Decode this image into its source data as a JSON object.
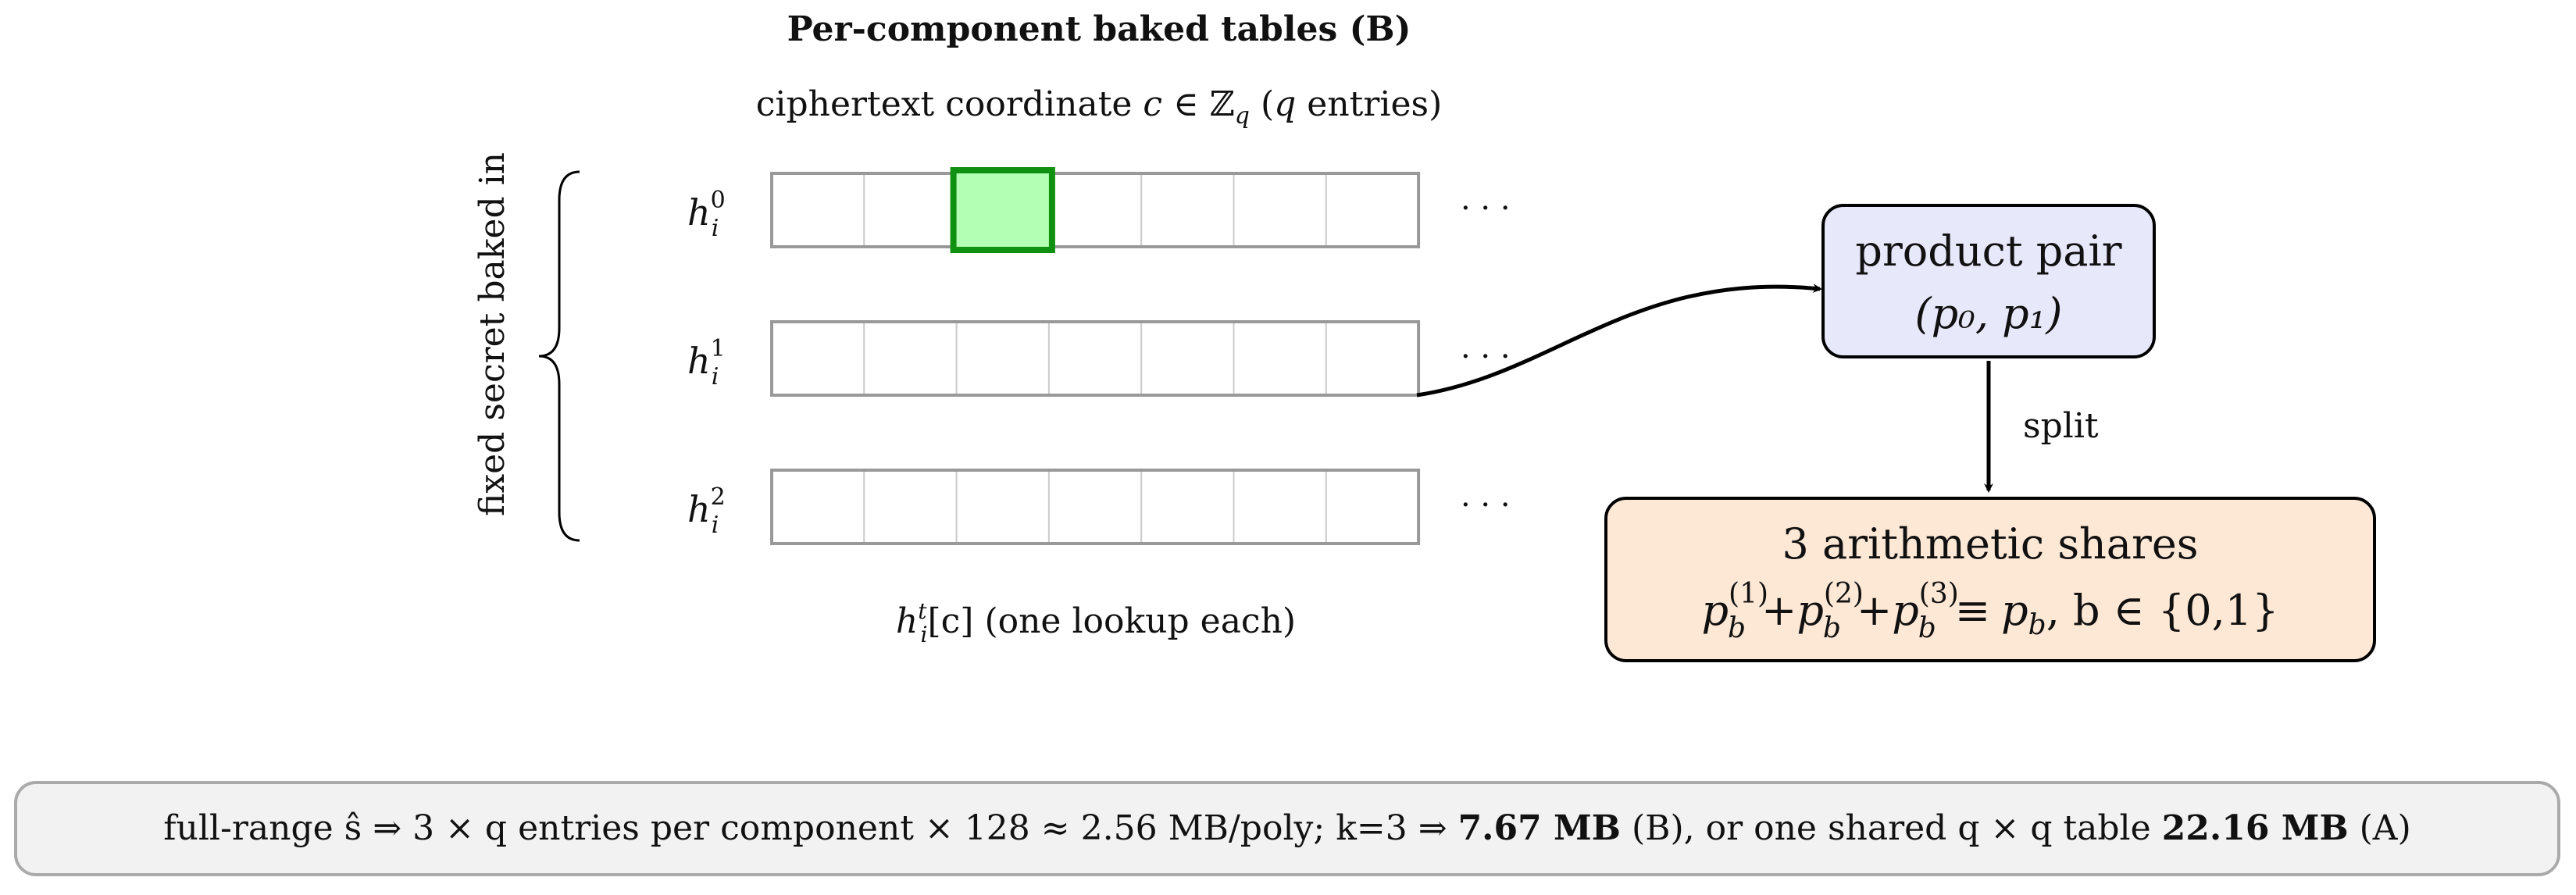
{
  "title": "Per-component baked tables (B)",
  "subtitle": {
    "prefix": "ciphertext coordinate ",
    "c": "c",
    "in": "∈",
    "Z": "ℤ",
    "q": "q",
    "open": " (",
    "q2": "q",
    "suffix": " entries)"
  },
  "brace_label": "fixed secret baked in",
  "rows": [
    {
      "h": "h",
      "sub": "i",
      "sup": "0",
      "highlight_cell": 2
    },
    {
      "h": "h",
      "sub": "i",
      "sup": "1",
      "highlight_cell": null
    },
    {
      "h": "h",
      "sub": "i",
      "sup": "2",
      "highlight_cell": null
    }
  ],
  "cells_per_row": 7,
  "ellipsis": "· · ·",
  "lookup_label": {
    "h": "h",
    "sup": "t",
    "sub": "i",
    "bracket": "[c]",
    "suffix": " (one lookup each)"
  },
  "product_box": {
    "line1": "product pair",
    "line2": "(p₀, p₁)"
  },
  "split_label": "split",
  "shares_box": {
    "line1": "3 arithmetic shares",
    "p": "p",
    "b": "b",
    "s1": "(1)",
    "s2": "(2)",
    "s3": "(3)",
    "plus": "+",
    "equiv": "≡",
    "pb": "p",
    "pb_sub": "b",
    "tail": ", b ∈ {0,1}"
  },
  "footer": {
    "part1": "full-range ŝ ⇒ 3 × q entries per component × 128 ≈ 2.56 MB/poly; k=3 ⇒ ",
    "bold1": "7.67 MB",
    "part2": " (B), or one shared q × q table ",
    "bold2": "22.16 MB",
    "part3": " (A)"
  },
  "colors": {
    "highlight_fill": "#b3ffb3",
    "highlight_stroke": "#109010",
    "product_fill": "#e8e8fb",
    "shares_fill": "#fde8d6",
    "footer_fill": "#f2f2f2",
    "cell_stroke": "#999999"
  }
}
